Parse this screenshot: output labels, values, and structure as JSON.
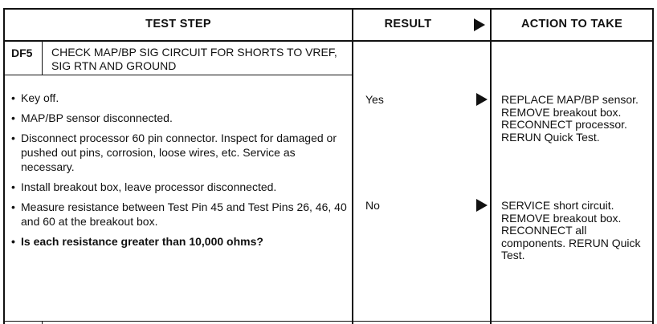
{
  "header": {
    "test_step": "TEST STEP",
    "result": "RESULT",
    "action": "ACTION TO TAKE"
  },
  "step": {
    "id": "DF5",
    "title": "CHECK MAP/BP SIG CIRCUIT FOR SHORTS TO VREF, SIG RTN AND GROUND"
  },
  "bullets": [
    "Key off.",
    "MAP/BP sensor disconnected.",
    "Disconnect processor 60 pin connector. Inspect for damaged or pushed out pins, corrosion, loose wires, etc. Service as necessary.",
    "Install breakout box, leave processor disconnected.",
    "Measure resistance between Test Pin 45 and Test Pins 26, 46, 40 and 60 at the breakout box.",
    "Is each resistance greater than 10,000 ohms?"
  ],
  "results": [
    {
      "label": "Yes",
      "action": "REPLACE MAP/BP sensor. REMOVE breakout box. RECONNECT processor. RERUN Quick Test."
    },
    {
      "label": "No",
      "action": "SERVICE short circuit. REMOVE breakout box. RECONNECT all components. RERUN Quick Test."
    }
  ]
}
